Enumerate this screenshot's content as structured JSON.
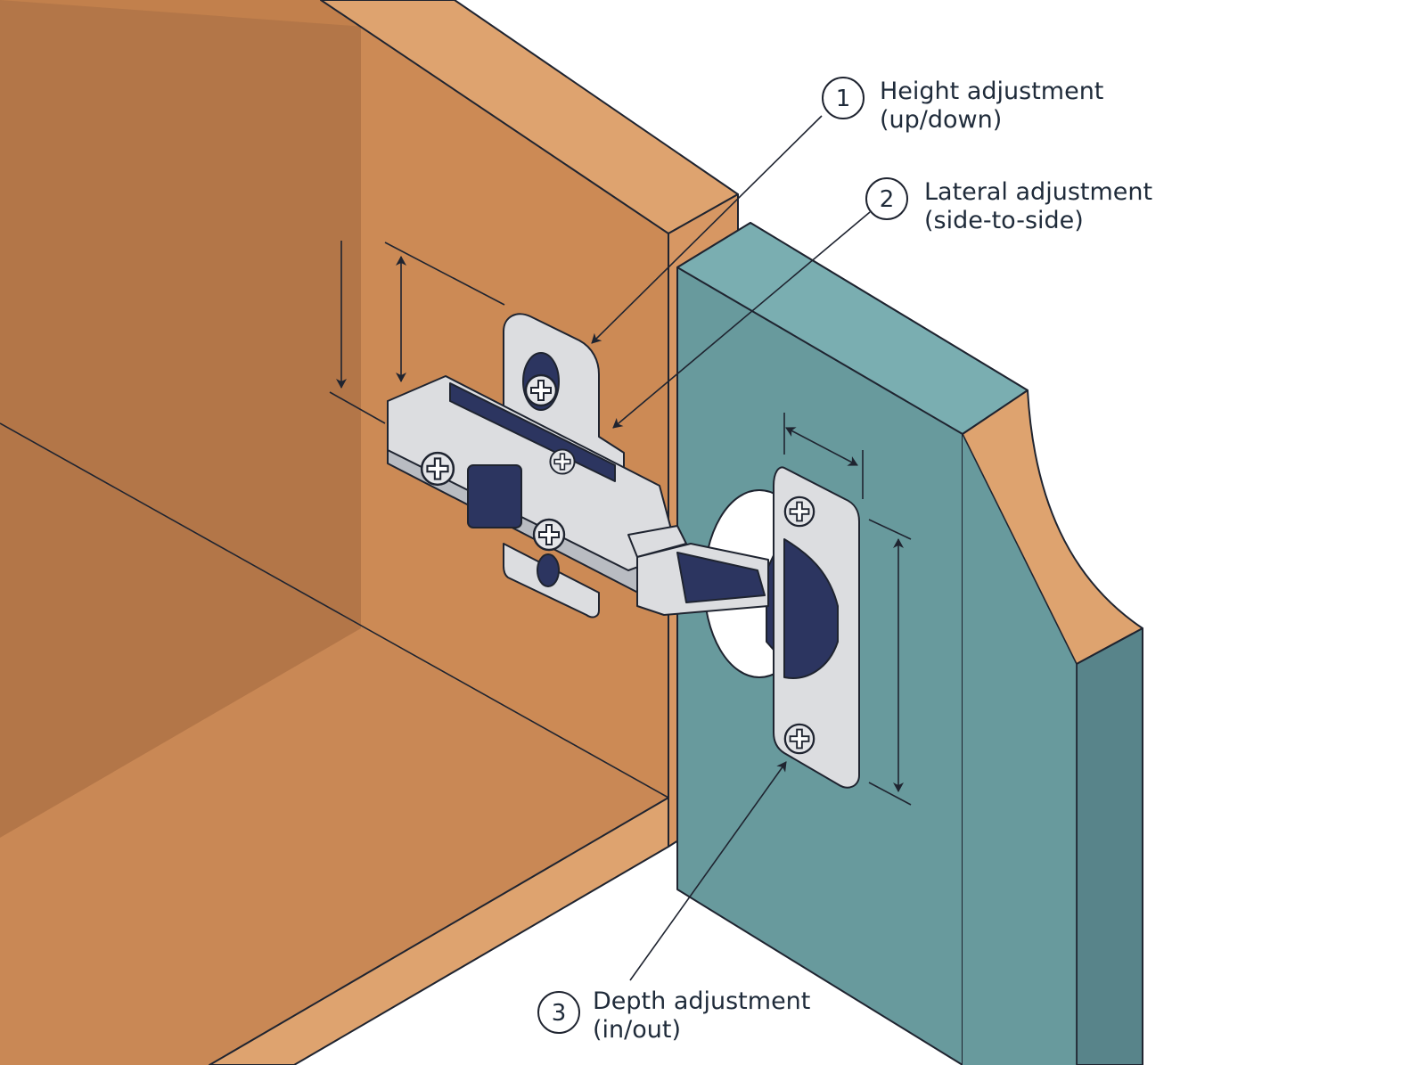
{
  "callouts": [
    {
      "number": "1",
      "line1": "Height adjustment",
      "line2": "(up/down)"
    },
    {
      "number": "2",
      "line1": "Lateral adjustment",
      "line2": "(side-to-side)"
    },
    {
      "number": "3",
      "line1": "Depth adjustment",
      "line2": "(in/out)"
    }
  ],
  "colors": {
    "cabinet_wood": "#cc8a55",
    "cabinet_shadow": "#b37648",
    "cabinet_edge": "#dea36f",
    "door_teal": "#689a9d",
    "door_side": "#58848a",
    "hinge_metal": "#dcdde0",
    "hinge_dark": "#2c3560",
    "ink": "#1f2430"
  },
  "icons": [
    "screw-icon",
    "dimension-arrow-icon",
    "callout-badge-icon"
  ]
}
